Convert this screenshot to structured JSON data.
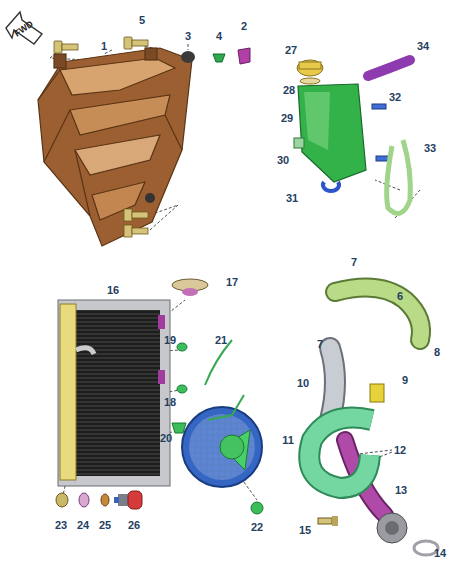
{
  "diagram": {
    "labels": [
      "FWD",
      "1",
      "2",
      "3",
      "4",
      "5",
      "27",
      "28",
      "29",
      "30",
      "31",
      "32",
      "33",
      "34",
      "6",
      "7",
      "7",
      "8",
      "9",
      "10",
      "11",
      "12",
      "13",
      "14",
      "15",
      "16",
      "17",
      "18",
      "19",
      "20",
      "21",
      "22",
      "23",
      "24",
      "25",
      "26"
    ]
  }
}
